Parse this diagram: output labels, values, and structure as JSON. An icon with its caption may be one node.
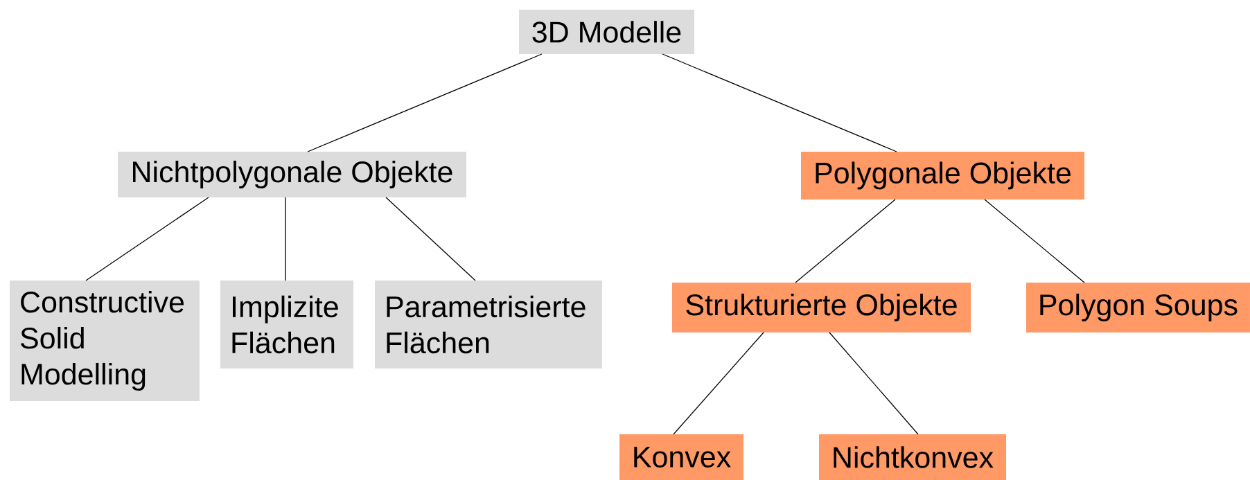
{
  "diagram": {
    "nodes": [
      {
        "text": [
          "3D Modelle"
        ]
      },
      {
        "text": [
          "Nichtpolygonale Objekte"
        ]
      },
      {
        "text": [
          "Polygonale Objekte"
        ]
      },
      {
        "text": [
          "Constructive Solid Modelling"
        ]
      },
      {
        "text": [
          "Implizite Flächen"
        ]
      },
      {
        "text": [
          "Parametrisierte Flächen"
        ]
      },
      {
        "text": [
          "Strukturierte Objekte"
        ]
      },
      {
        "text": [
          "Polygon Soups"
        ]
      },
      {
        "text": [
          "Konvex"
        ]
      },
      {
        "text": [
          "Nichtkonvex"
        ]
      }
    ],
    "edges": [
      {
        "from": 0,
        "to": 1,
        "arrow": "none"
      },
      {
        "from": 0,
        "to": 2,
        "arrow": "none"
      },
      {
        "from": 1,
        "to": 3,
        "arrow": "none"
      },
      {
        "from": 1,
        "to": 4,
        "arrow": "none"
      },
      {
        "from": 1,
        "to": 5,
        "arrow": "none"
      },
      {
        "from": 2,
        "to": 6,
        "arrow": "none"
      },
      {
        "from": 2,
        "to": 7,
        "arrow": "none"
      },
      {
        "from": 6,
        "to": 8,
        "arrow": "none"
      },
      {
        "from": 6,
        "to": 9,
        "arrow": "none"
      }
    ]
  }
}
